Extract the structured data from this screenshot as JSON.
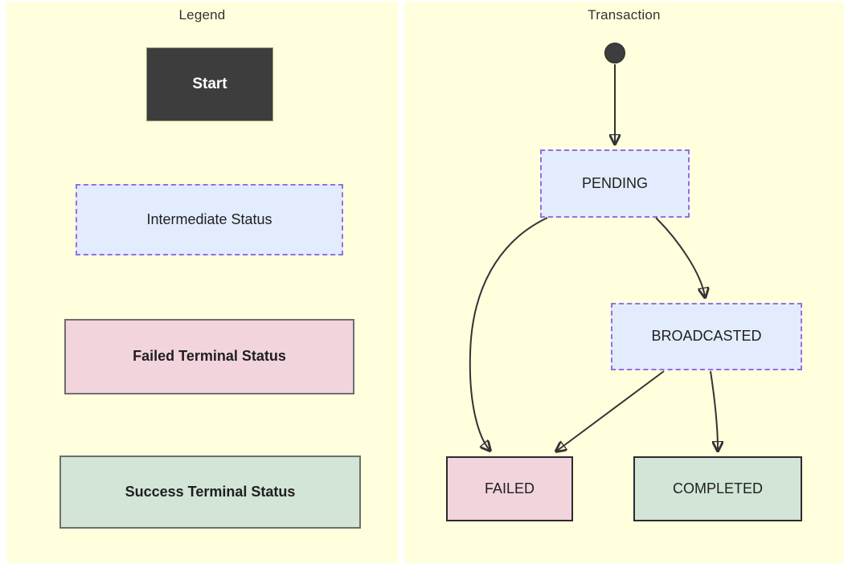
{
  "diagram": {
    "type": "state-diagram",
    "background_color": "#ffffde",
    "page_background": "#ffffff"
  },
  "legend_panel": {
    "title": "Legend",
    "items": [
      {
        "label": "Start",
        "kind": "start",
        "fill": "#3d3d3d",
        "border": "#9a9a76",
        "border_style": "solid",
        "text_color": "#ffffff"
      },
      {
        "label": "Intermediate Status",
        "kind": "intermediate",
        "fill": "#e2ecfd",
        "border": "#9370e0",
        "border_style": "dashed",
        "text_color": "#1f1f1f"
      },
      {
        "label": "Failed Terminal Status",
        "kind": "failed",
        "fill": "#f2d4dd",
        "border": "#6e6e6e",
        "border_style": "solid",
        "text_color": "#1f1f1f"
      },
      {
        "label": "Success Terminal Status",
        "kind": "success",
        "fill": "#d2e5d6",
        "border": "#6e6e6e",
        "border_style": "solid",
        "text_color": "#1f1f1f"
      }
    ]
  },
  "transaction_panel": {
    "title": "Transaction",
    "start_node": {
      "label": "",
      "kind": "start-dot",
      "fill": "#3d3d3d"
    },
    "states": [
      {
        "id": "PENDING",
        "label": "PENDING",
        "kind": "intermediate"
      },
      {
        "id": "BROADCASTED",
        "label": "BROADCASTED",
        "kind": "intermediate"
      },
      {
        "id": "FAILED",
        "label": "FAILED",
        "kind": "failed"
      },
      {
        "id": "COMPLETED",
        "label": "COMPLETED",
        "kind": "success"
      }
    ],
    "transitions": [
      {
        "from": "start",
        "to": "PENDING",
        "label": ""
      },
      {
        "from": "PENDING",
        "to": "FAILED",
        "label": ""
      },
      {
        "from": "PENDING",
        "to": "BROADCASTED",
        "label": ""
      },
      {
        "from": "BROADCASTED",
        "to": "FAILED",
        "label": ""
      },
      {
        "from": "BROADCASTED",
        "to": "COMPLETED",
        "label": ""
      }
    ]
  }
}
